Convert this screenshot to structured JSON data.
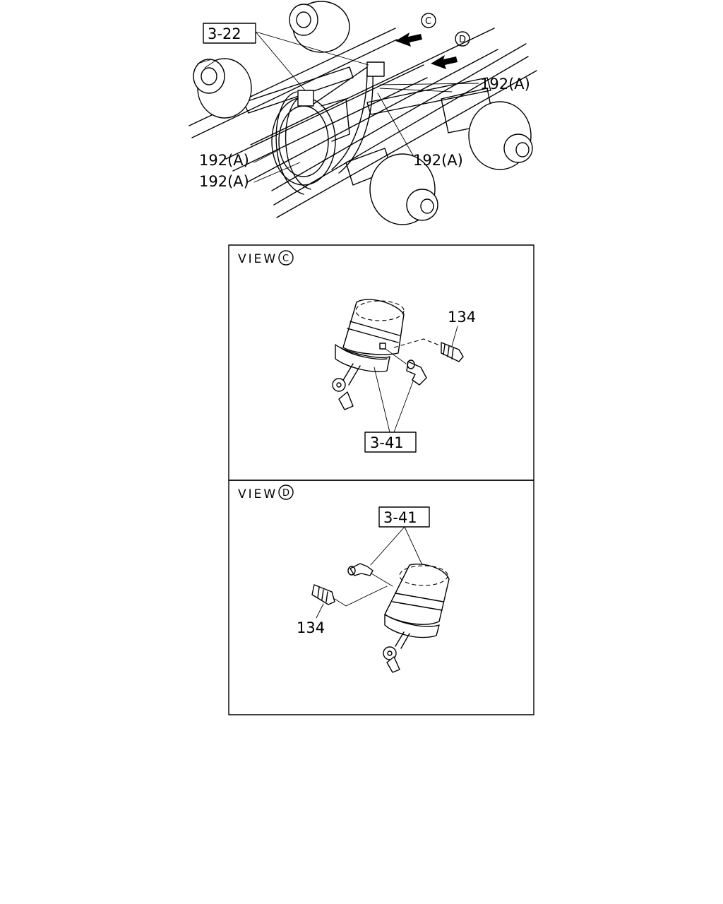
{
  "overview": {
    "ref_box": "3-22",
    "arrow_c": "C",
    "arrow_d": "D",
    "callouts": [
      "192(A)",
      "192(A)",
      "192(A)",
      "192(A)"
    ]
  },
  "view_c": {
    "title": "VIEW",
    "letter": "C",
    "part_label": "134",
    "ref_box": "3-41"
  },
  "view_d": {
    "title": "VIEW",
    "letter": "D",
    "part_label": "134",
    "ref_box": "3-41"
  }
}
